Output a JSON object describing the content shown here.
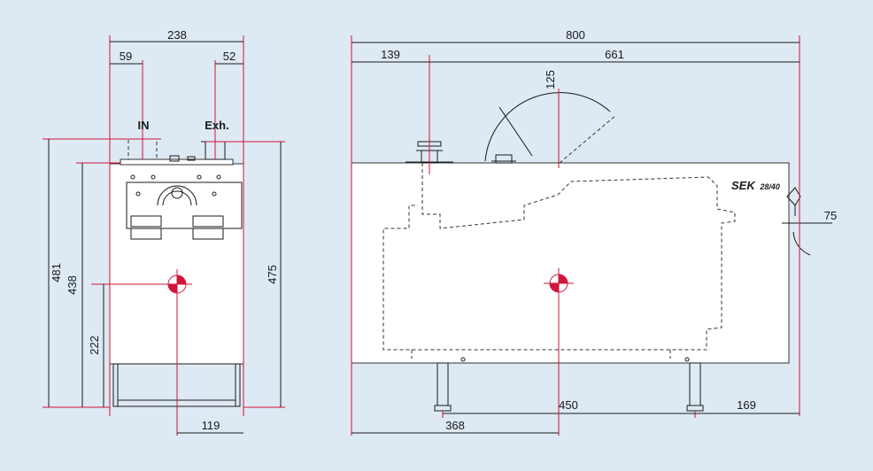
{
  "colors": {
    "background": "#dde9f3",
    "dimension_line": "#d2143a",
    "body": "#ffffff",
    "line": "#1a1a1a"
  },
  "labels": {
    "inlet": "IN",
    "exhaust": "Exh."
  },
  "model": {
    "name": "SEK",
    "variant": "28/40"
  },
  "front_view": {
    "width": "238",
    "inlet_offset": "59",
    "exhaust_offset": "52",
    "height_total": "481",
    "height_body": "438",
    "height_flange": "475",
    "center_height": "222",
    "center_offset": "119"
  },
  "side_view": {
    "length_total": "800",
    "inlet_offset": "139",
    "inlet_to_end": "661",
    "lid_clearance": "125",
    "handle_clearance": "75",
    "foot_spacing": "450",
    "foot_to_end": "169",
    "center_offset": "368"
  }
}
